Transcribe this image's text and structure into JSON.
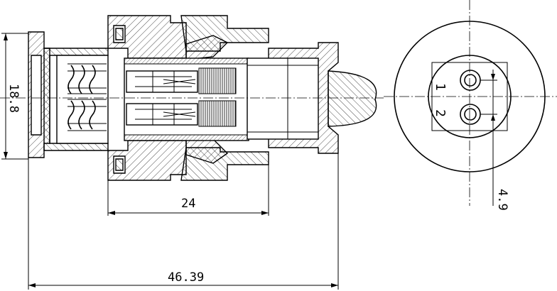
{
  "drawing": {
    "dimensions": {
      "height_side": "18.8",
      "inner_length": "24",
      "overall_length": "46.39",
      "pin_spacing": "4.9"
    },
    "pin_labels": [
      "1",
      "2"
    ]
  }
}
